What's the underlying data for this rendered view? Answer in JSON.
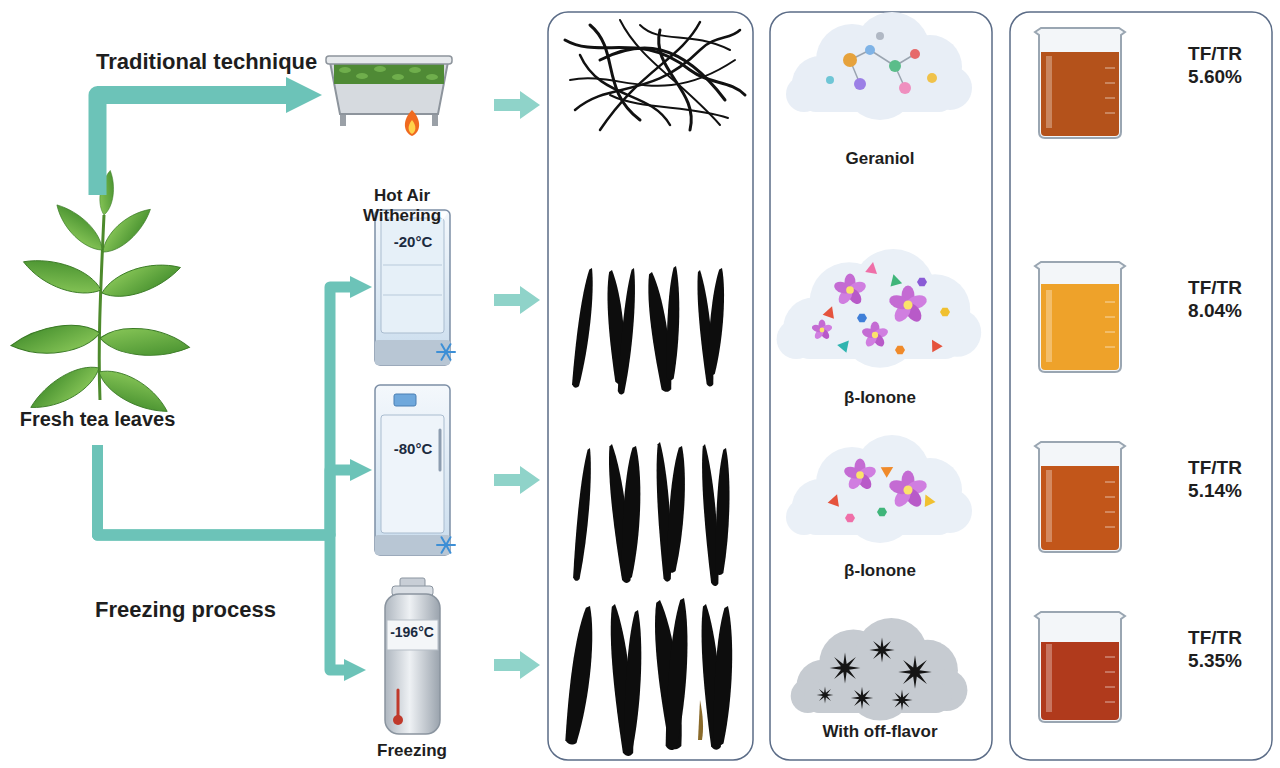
{
  "diagram": {
    "nodes": [
      {
        "text": [
          "Fresh tea leaves"
        ]
      },
      {
        "text": [
          "Hot Air Withering"
        ]
      },
      {
        "text": [
          "-20°C"
        ]
      },
      {
        "text": [
          "-80°C"
        ]
      },
      {
        "text": [
          "-196°C",
          "Freezing"
        ]
      },
      {
        "text": [
          "Geraniol"
        ]
      },
      {
        "text": [
          "β-Ionone"
        ]
      },
      {
        "text": [
          "β-Ionone"
        ]
      },
      {
        "text": [
          "With off-flavor"
        ]
      },
      {
        "text": [
          "TF/TR 5.60%"
        ]
      },
      {
        "text": [
          "TF/TR 8.04%"
        ]
      },
      {
        "text": [
          "TF/TR 5.14%"
        ]
      },
      {
        "text": [
          "TF/TR 5.35%"
        ]
      }
    ],
    "edges": [
      {
        "from": 0,
        "to": 1,
        "arrow": "to"
      },
      {
        "from": 0,
        "to": 2,
        "arrow": "to"
      },
      {
        "from": 0,
        "to": 3,
        "arrow": "to"
      },
      {
        "from": 0,
        "to": 4,
        "arrow": "to"
      }
    ],
    "labels": [
      "Traditional technique",
      "Freezing process"
    ]
  }
}
